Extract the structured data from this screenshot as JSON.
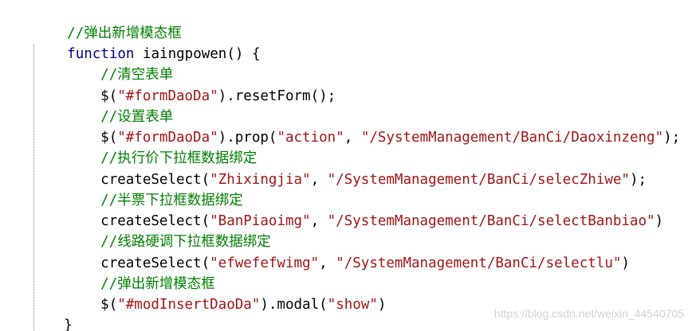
{
  "code": {
    "line1_comment": "//弹出新增模态框",
    "line2_keyword": "function",
    "line2_rest": " iaingpowen() {",
    "line3_comment": "//清空表单",
    "line4_a": "$(",
    "line4_str": "\"#formDaoDa\"",
    "line4_b": ").resetForm();",
    "line5_comment": "//设置表单",
    "line6_a": "$(",
    "line6_str1": "\"#formDaoDa\"",
    "line6_b": ").prop(",
    "line6_str2": "\"action\"",
    "line6_c": ", ",
    "line6_str3": "\"/SystemManagement/BanCi/Daoxinzeng\"",
    "line6_d": ");",
    "line7_comment": "//执行价下拉框数据绑定",
    "line8_a": "createSelect(",
    "line8_str1": "\"Zhixingjia\"",
    "line8_b": ", ",
    "line8_str2": "\"/SystemManagement/BanCi/selecZhiwe\"",
    "line8_c": ");",
    "line9_comment": "//半票下拉框数据绑定",
    "line10_a": "createSelect(",
    "line10_str1": "\"BanPiaoimg\"",
    "line10_b": ", ",
    "line10_str2": "\"/SystemManagement/BanCi/selectBanbiao\"",
    "line10_c": ")",
    "line11_comment": "//线路硬调下拉框数据绑定",
    "line12_a": "createSelect(",
    "line12_str1": "\"efwefefwimg\"",
    "line12_b": ", ",
    "line12_str2": "\"/SystemManagement/BanCi/selectlu\"",
    "line12_c": ")",
    "line13_comment": "//弹出新增模态框",
    "line14_a": "$(",
    "line14_str1": "\"#modInsertDaoDa\"",
    "line14_b": ").modal(",
    "line14_str2": "\"show\"",
    "line14_c": ")",
    "line15": "}"
  },
  "watermark": "https://blog.csdn.net/weixin_44540705",
  "colors": {
    "keyword": "#00008b",
    "string": "#a31515",
    "comment": "#008000",
    "text": "#000000",
    "background": "#ffffff"
  }
}
